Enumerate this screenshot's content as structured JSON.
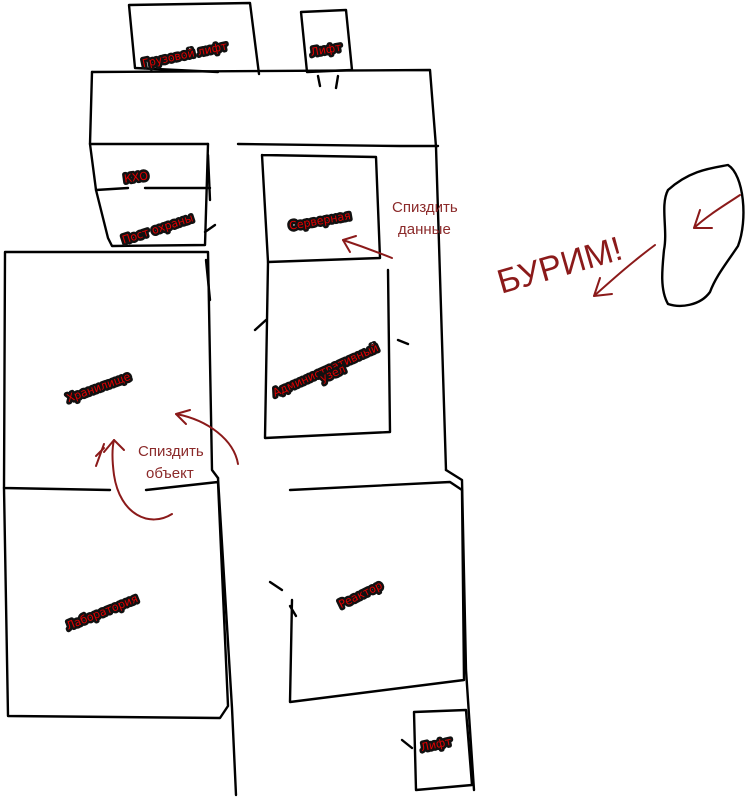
{
  "rooms": {
    "freight_lift": "Грузовой лифт",
    "lift_top": "Лифт",
    "kho": "КХО",
    "guard_post": "Пост охраны",
    "server_room": "Серверная",
    "admin_node_line1": "Административный",
    "admin_node_line2": "узел",
    "storage": "Хранилище",
    "laboratory": "Лаборатория",
    "reactor": "Реактор",
    "lift_bottom": "Лифт"
  },
  "notes": {
    "steal_data_line1": "Спиздить",
    "steal_data_line2": "данные",
    "steal_object_line1": "Спиздить",
    "steal_object_line2": "объект",
    "drill": "БУРИМ!"
  },
  "colors": {
    "wall": "#000000",
    "annotation": "#8b1a1a",
    "room_label": "#e00000"
  }
}
